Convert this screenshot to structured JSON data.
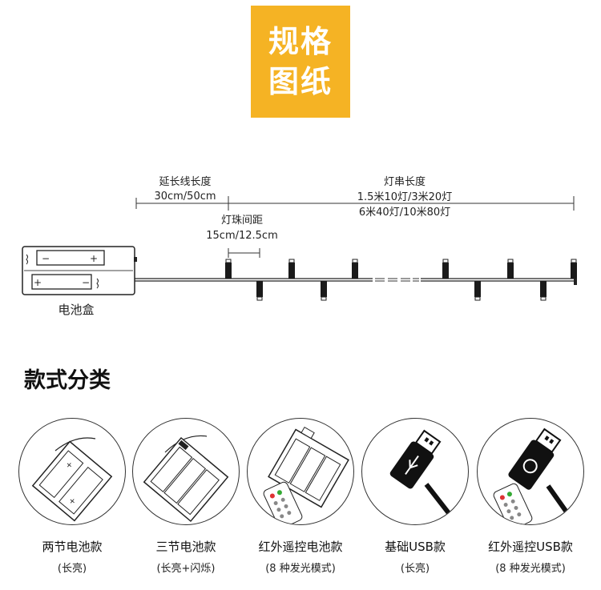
{
  "badge": {
    "line1": "规格",
    "line2": "图纸",
    "color": "#f5b324"
  },
  "diagram": {
    "extension_label": "延长线长度",
    "extension_value": "30cm/50cm",
    "string_label": "灯串长度",
    "string_value_line1": "1.5米10灯/3米20灯",
    "string_value_line2": "6米40灯/10米80灯",
    "spacing_label": "灯珠间距",
    "spacing_value": "15cm/12.5cm",
    "battery_box_label": "电池盒"
  },
  "section_title": "款式分类",
  "styles": [
    {
      "title": "两节电池款",
      "subtitle": "(长亮)",
      "icon": "two-battery-box-icon"
    },
    {
      "title": "三节电池款",
      "subtitle": "(长亮+闪烁)",
      "icon": "three-battery-box-icon"
    },
    {
      "title": "红外遥控电池款",
      "subtitle": "(8 种发光模式)",
      "icon": "remote-battery-box-icon"
    },
    {
      "title": "基础USB款",
      "subtitle": "(长亮)",
      "icon": "usb-plug-icon"
    },
    {
      "title": "红外遥控USB款",
      "subtitle": "(8 种发光模式)",
      "icon": "remote-usb-plug-icon"
    }
  ]
}
